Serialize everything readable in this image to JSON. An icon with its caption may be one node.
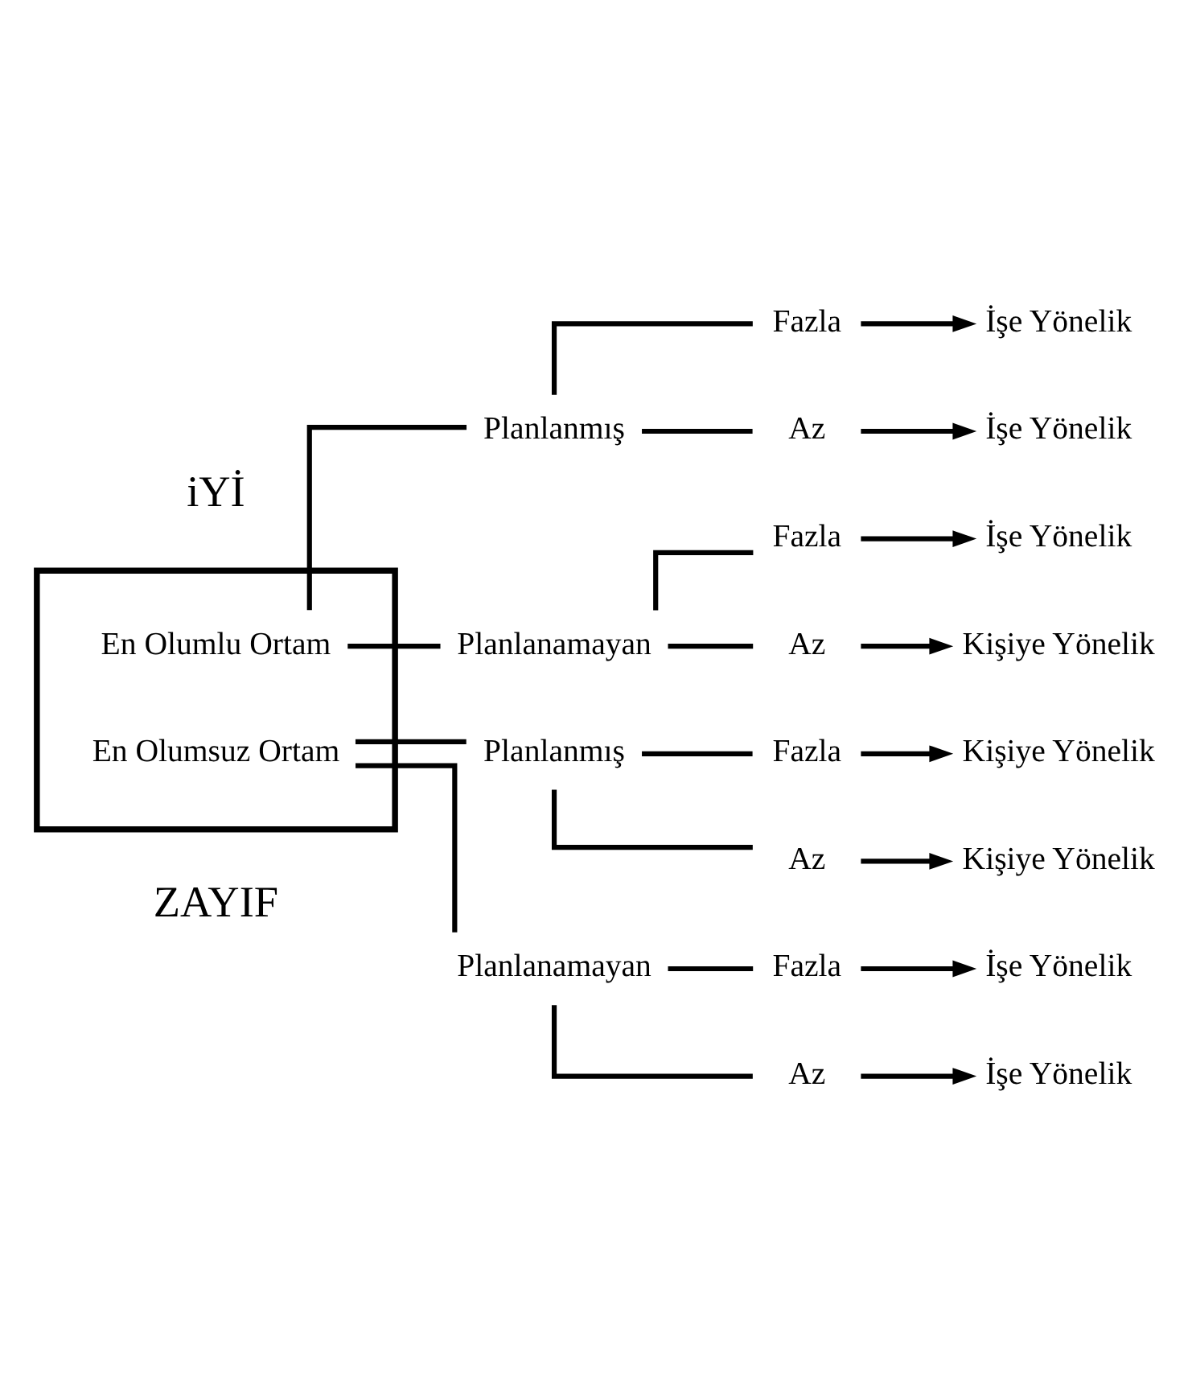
{
  "diagram": {
    "nodes": [
      {
        "text": [],
        "shape": "box"
      },
      {
        "text": [
          "En Olumlu Ortam"
        ],
        "in": 0
      },
      {
        "text": [
          "En Olumsuz Ortam"
        ],
        "in": 0
      },
      {
        "text": [
          "Planlanmış"
        ]
      },
      {
        "text": [
          "Planlanamayan"
        ]
      },
      {
        "text": [
          "Fazla"
        ]
      },
      {
        "text": [
          "İşe Yönelik"
        ]
      },
      {
        "text": [
          "Az"
        ]
      },
      {
        "text": [
          "İşe Yönelik"
        ]
      },
      {
        "text": [
          "Fazla"
        ]
      },
      {
        "text": [
          "İşe Yönelik"
        ]
      },
      {
        "text": [
          "Az"
        ]
      },
      {
        "text": [
          "Kişiye Yönelik"
        ]
      },
      {
        "text": [
          "Planlanmış"
        ]
      },
      {
        "text": [
          "Planlanamayan"
        ]
      },
      {
        "text": [
          "Fazla"
        ]
      },
      {
        "text": [
          "Kişiye Yönelik"
        ]
      },
      {
        "text": [
          "Az"
        ]
      },
      {
        "text": [
          "Kişiye Yönelik"
        ]
      },
      {
        "text": [
          "Fazla"
        ]
      },
      {
        "text": [
          "İşe Yönelik"
        ]
      },
      {
        "text": [
          "Az"
        ]
      },
      {
        "text": [
          "İşe Yönelik"
        ]
      }
    ],
    "edges": [
      {
        "from": 1,
        "to": 3,
        "arrow": "none"
      },
      {
        "from": 1,
        "to": 4,
        "arrow": "none"
      },
      {
        "from": 3,
        "to": 5,
        "arrow": "none"
      },
      {
        "from": 3,
        "to": 7,
        "arrow": "none"
      },
      {
        "from": 4,
        "to": 9,
        "arrow": "none"
      },
      {
        "from": 4,
        "to": 11,
        "arrow": "none"
      },
      {
        "from": 5,
        "to": 6,
        "arrow": "to"
      },
      {
        "from": 7,
        "to": 8,
        "arrow": "to"
      },
      {
        "from": 9,
        "to": 10,
        "arrow": "to"
      },
      {
        "from": 11,
        "to": 12,
        "arrow": "to"
      },
      {
        "from": 2,
        "to": 13,
        "arrow": "none"
      },
      {
        "from": 2,
        "to": 14,
        "arrow": "none"
      },
      {
        "from": 13,
        "to": 15,
        "arrow": "none"
      },
      {
        "from": 13,
        "to": 17,
        "arrow": "none"
      },
      {
        "from": 14,
        "to": 19,
        "arrow": "none"
      },
      {
        "from": 14,
        "to": 21,
        "arrow": "none"
      },
      {
        "from": 15,
        "to": 16,
        "arrow": "to"
      },
      {
        "from": 17,
        "to": 18,
        "arrow": "to"
      },
      {
        "from": 19,
        "to": 20,
        "arrow": "to"
      },
      {
        "from": 21,
        "to": 22,
        "arrow": "to"
      }
    ],
    "labels": [
      "iYİ",
      "ZAYIF"
    ]
  }
}
